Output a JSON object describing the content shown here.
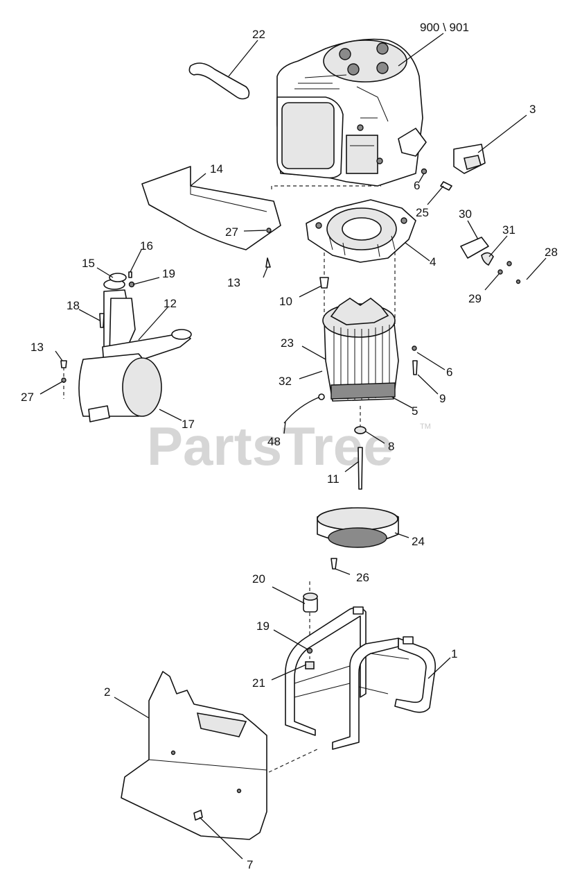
{
  "watermark": {
    "text": "PartsTree",
    "trademark": "TM"
  },
  "callouts": {
    "c900_901": "900 \\ 901",
    "c1": "1",
    "c2": "2",
    "c3": "3",
    "c4": "4",
    "c5": "5",
    "c6a": "6",
    "c6b": "6",
    "c7": "7",
    "c8": "8",
    "c9": "9",
    "c10": "10",
    "c11": "11",
    "c12": "12",
    "c13a": "13",
    "c13b": "13",
    "c14": "14",
    "c15": "15",
    "c16": "16",
    "c17": "17",
    "c18": "18",
    "c19a": "19",
    "c19b": "19",
    "c20": "20",
    "c21": "21",
    "c22": "22",
    "c23": "23",
    "c24": "24",
    "c25": "25",
    "c26": "26",
    "c27a": "27",
    "c27b": "27",
    "c28": "28",
    "c29": "29",
    "c30": "30",
    "c31": "31",
    "c32": "32",
    "c48": "48"
  }
}
